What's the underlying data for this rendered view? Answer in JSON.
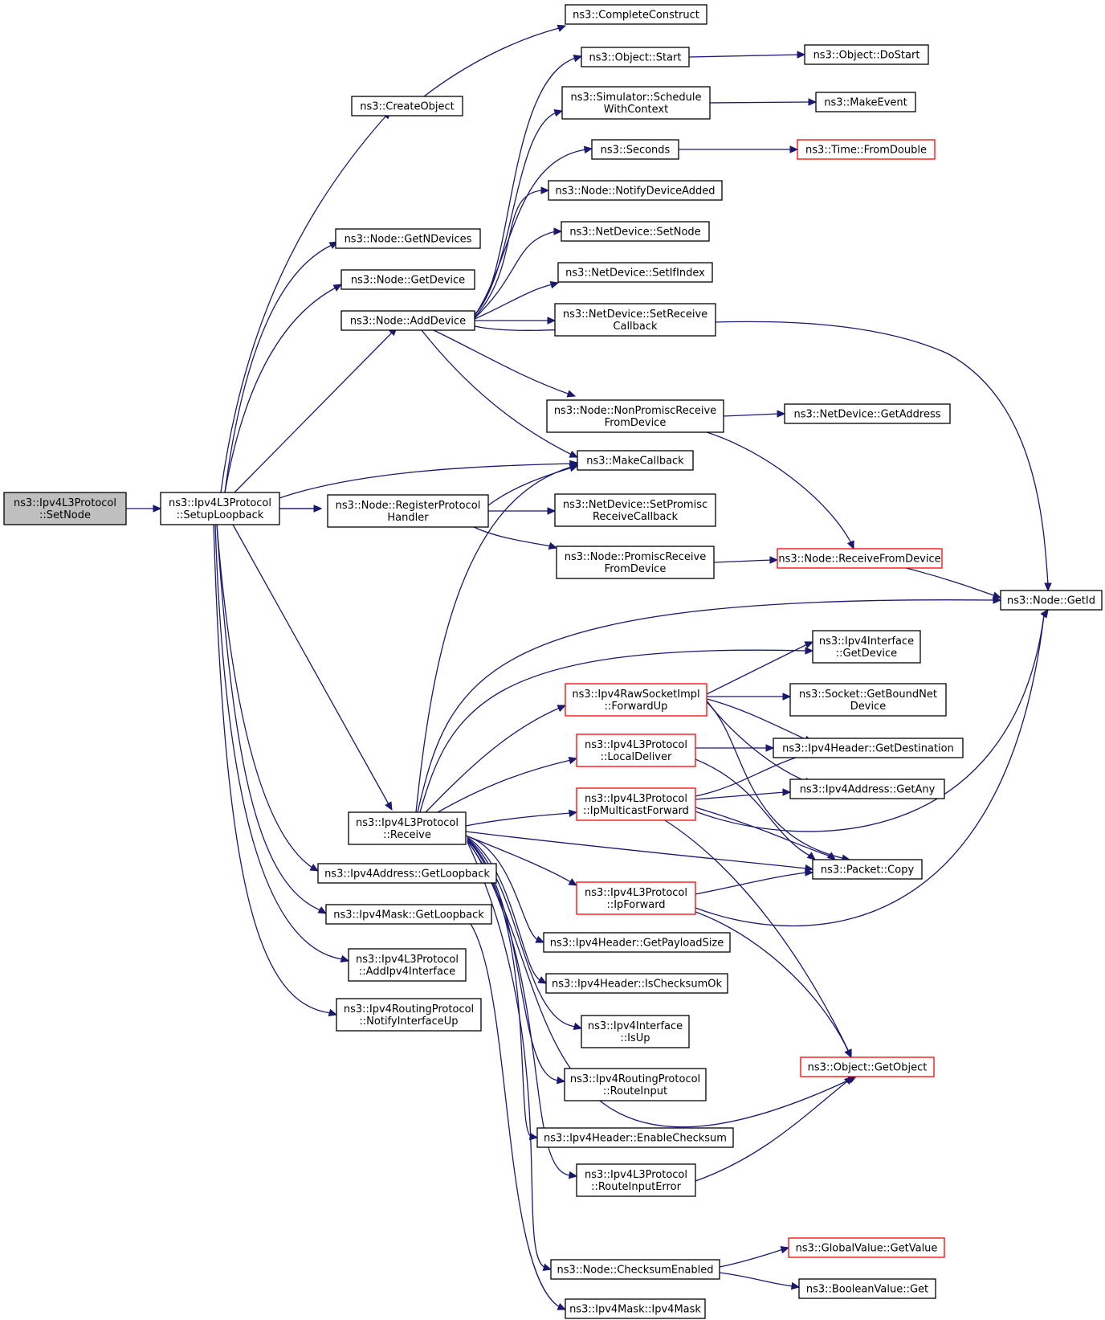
{
  "graph": {
    "nodes": [
      {
        "id": "setnode",
        "lines": [
          "ns3::Ipv4L3Protocol",
          "::SetNode"
        ],
        "style": "root"
      },
      {
        "id": "setuploop",
        "lines": [
          "ns3::Ipv4L3Protocol",
          "::SetupLoopback"
        ]
      },
      {
        "id": "completeconstruct",
        "lines": [
          "ns3::CompleteConstruct"
        ]
      },
      {
        "id": "createobject",
        "lines": [
          "ns3::CreateObject"
        ]
      },
      {
        "id": "objstart",
        "lines": [
          "ns3::Object::Start"
        ]
      },
      {
        "id": "objdostart",
        "lines": [
          "ns3::Object::DoStart"
        ]
      },
      {
        "id": "schedwc",
        "lines": [
          "ns3::Simulator::Schedule",
          "WithContext"
        ]
      },
      {
        "id": "makeevent",
        "lines": [
          "ns3::MakeEvent"
        ]
      },
      {
        "id": "seconds",
        "lines": [
          "ns3::Seconds"
        ]
      },
      {
        "id": "fromdouble",
        "lines": [
          "ns3::Time::FromDouble"
        ],
        "style": "red"
      },
      {
        "id": "notifydev",
        "lines": [
          "ns3::Node::NotifyDeviceAdded"
        ]
      },
      {
        "id": "setnodedev",
        "lines": [
          "ns3::NetDevice::SetNode"
        ]
      },
      {
        "id": "getndev",
        "lines": [
          "ns3::Node::GetNDevices"
        ]
      },
      {
        "id": "setifindex",
        "lines": [
          "ns3::NetDevice::SetIfIndex"
        ]
      },
      {
        "id": "getdevice",
        "lines": [
          "ns3::Node::GetDevice"
        ]
      },
      {
        "id": "adddevice",
        "lines": [
          "ns3::Node::AddDevice"
        ]
      },
      {
        "id": "setreccb",
        "lines": [
          "ns3::NetDevice::SetReceive",
          "Callback"
        ]
      },
      {
        "id": "nonpromisc",
        "lines": [
          "ns3::Node::NonPromiscReceive",
          "FromDevice"
        ]
      },
      {
        "id": "getaddr",
        "lines": [
          "ns3::NetDevice::GetAddress"
        ]
      },
      {
        "id": "makecb",
        "lines": [
          "ns3::MakeCallback"
        ]
      },
      {
        "id": "regproto",
        "lines": [
          "ns3::Node::RegisterProtocol",
          "Handler"
        ]
      },
      {
        "id": "setpromisc",
        "lines": [
          "ns3::NetDevice::SetPromisc",
          "ReceiveCallback"
        ]
      },
      {
        "id": "promiscrecv",
        "lines": [
          "ns3::Node::PromiscReceive",
          "FromDevice"
        ]
      },
      {
        "id": "recvfromdev",
        "lines": [
          "ns3::Node::ReceiveFromDevice"
        ],
        "style": "red"
      },
      {
        "id": "getid",
        "lines": [
          "ns3::Node::GetId"
        ]
      },
      {
        "id": "ifgetdevice",
        "lines": [
          "ns3::Ipv4Interface",
          "::GetDevice"
        ]
      },
      {
        "id": "rawfwdup",
        "lines": [
          "ns3::Ipv4RawSocketImpl",
          "::ForwardUp"
        ],
        "style": "red"
      },
      {
        "id": "boundnet",
        "lines": [
          "ns3::Socket::GetBoundNet",
          "Device"
        ]
      },
      {
        "id": "localdeliver",
        "lines": [
          "ns3::Ipv4L3Protocol",
          "::LocalDeliver"
        ],
        "style": "red"
      },
      {
        "id": "getdest",
        "lines": [
          "ns3::Ipv4Header::GetDestination"
        ]
      },
      {
        "id": "ipmcast",
        "lines": [
          "ns3::Ipv4L3Protocol",
          "::IpMulticastForward"
        ],
        "style": "red"
      },
      {
        "id": "getany",
        "lines": [
          "ns3::Ipv4Address::GetAny"
        ]
      },
      {
        "id": "receive",
        "lines": [
          "ns3::Ipv4L3Protocol",
          "::Receive"
        ]
      },
      {
        "id": "pktcopy",
        "lines": [
          "ns3::Packet::Copy"
        ]
      },
      {
        "id": "addrloop",
        "lines": [
          "ns3::Ipv4Address::GetLoopback"
        ]
      },
      {
        "id": "ipforward",
        "lines": [
          "ns3::Ipv4L3Protocol",
          "::IpForward"
        ],
        "style": "red"
      },
      {
        "id": "maskloop",
        "lines": [
          "ns3::Ipv4Mask::GetLoopback"
        ]
      },
      {
        "id": "payload",
        "lines": [
          "ns3::Ipv4Header::GetPayloadSize"
        ]
      },
      {
        "id": "addiface",
        "lines": [
          "ns3::Ipv4L3Protocol",
          "::AddIpv4Interface"
        ]
      },
      {
        "id": "checksumok",
        "lines": [
          "ns3::Ipv4Header::IsChecksumOk"
        ]
      },
      {
        "id": "notifyup",
        "lines": [
          "ns3::Ipv4RoutingProtocol",
          "::NotifyInterfaceUp"
        ]
      },
      {
        "id": "isup",
        "lines": [
          "ns3::Ipv4Interface",
          "::IsUp"
        ]
      },
      {
        "id": "getobject",
        "lines": [
          "ns3::Object::GetObject"
        ],
        "style": "red"
      },
      {
        "id": "routeinput",
        "lines": [
          "ns3::Ipv4RoutingProtocol",
          "::RouteInput"
        ]
      },
      {
        "id": "enablecs",
        "lines": [
          "ns3::Ipv4Header::EnableChecksum"
        ]
      },
      {
        "id": "routeinerr",
        "lines": [
          "ns3::Ipv4L3Protocol",
          "::RouteInputError"
        ]
      },
      {
        "id": "gvgetvalue",
        "lines": [
          "ns3::GlobalValue::GetValue"
        ],
        "style": "red"
      },
      {
        "id": "csenabled",
        "lines": [
          "ns3::Node::ChecksumEnabled"
        ]
      },
      {
        "id": "boolget",
        "lines": [
          "ns3::BooleanValue::Get"
        ]
      },
      {
        "id": "maskctor",
        "lines": [
          "ns3::Ipv4Mask::Ipv4Mask"
        ]
      }
    ]
  }
}
